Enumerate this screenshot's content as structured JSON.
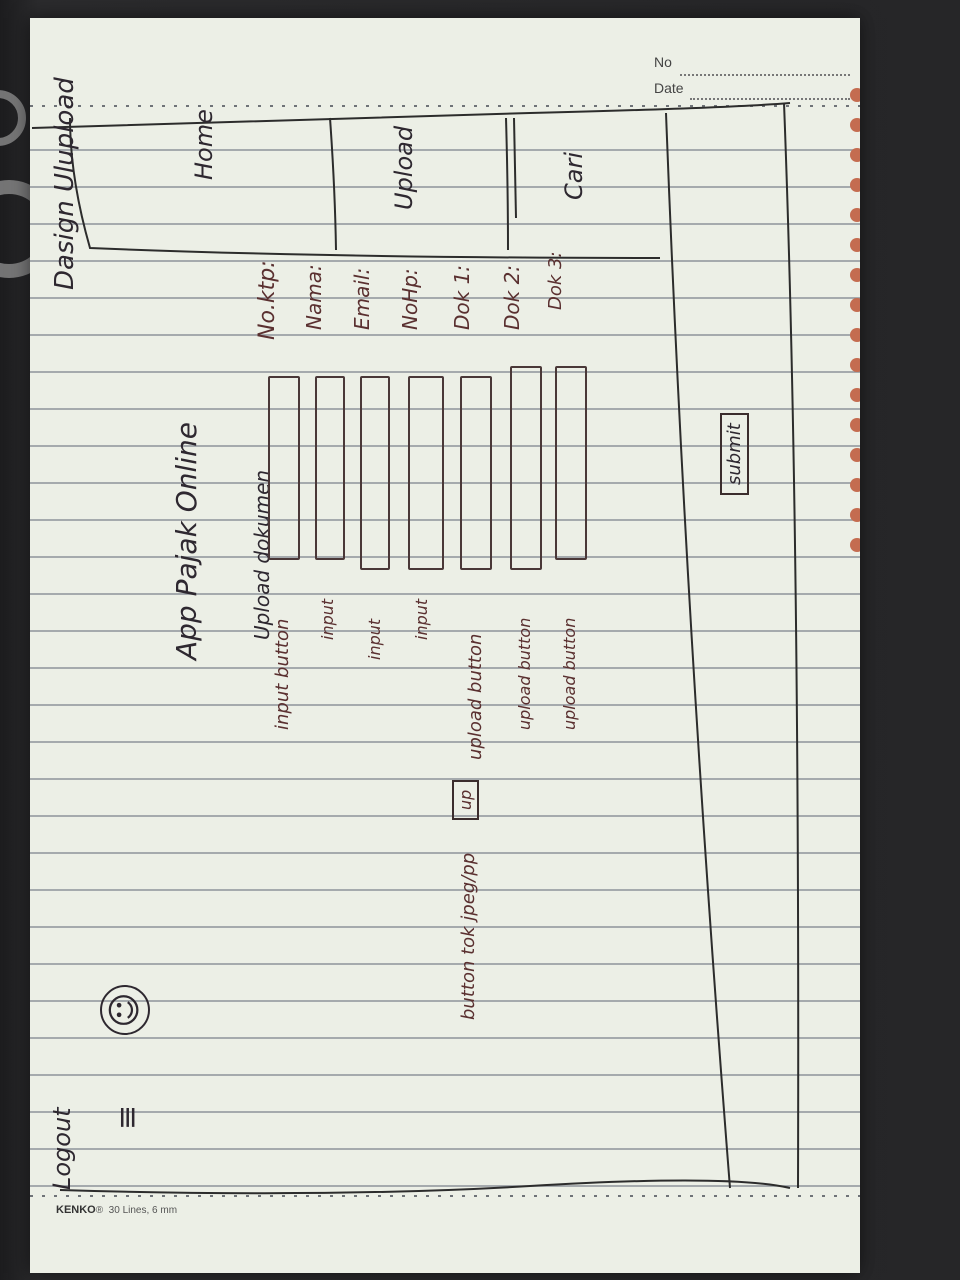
{
  "notebook": {
    "header_no": "No",
    "header_date": "Date",
    "brand": "KENKO",
    "brand_detail": "30 Lines, 6 mm"
  },
  "sketch": {
    "page_title": "Dasign Ulupload",
    "app_title": "App Pajak Online",
    "section_title": "Upload dokumen",
    "logout_label": "Logout",
    "nav": [
      {
        "label": "Home"
      },
      {
        "label": "Upload"
      },
      {
        "label": "Cari"
      }
    ],
    "form_fields": [
      {
        "label": "No.ktp:",
        "annotation": "input button"
      },
      {
        "label": "Nama:",
        "annotation": "input"
      },
      {
        "label": "Email:",
        "annotation": "input"
      },
      {
        "label": "NoHp:",
        "annotation": "input"
      },
      {
        "label": "Dok 1:",
        "annotation": "upload button"
      },
      {
        "label": "Dok 2:",
        "annotation": "upload button"
      },
      {
        "label": "Dok 3:",
        "annotation": "upload button"
      }
    ],
    "up_button_label": "up",
    "up_button_note": "button tok jpeg/pp",
    "submit_label": "submit"
  },
  "colors": {
    "paper": "#ecefe6",
    "ruled_line": "#8d939a",
    "ink": "#2e2830",
    "holes": "#c46c50"
  }
}
